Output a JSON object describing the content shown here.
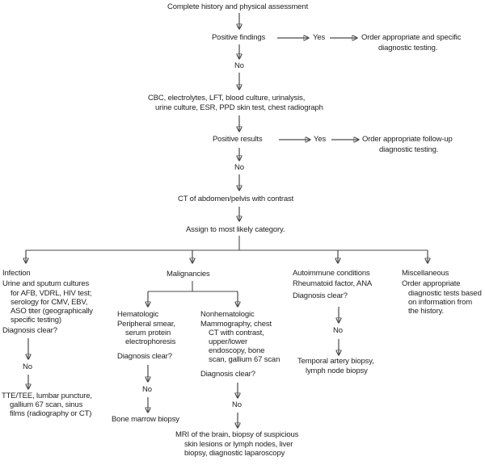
{
  "flow": {
    "complete_history": "Complete history and physical assessment",
    "decision1": {
      "label": "Positive findings",
      "yes": "Yes",
      "action": [
        "Order appropriate and specific",
        "diagnostic testing."
      ],
      "no": "No"
    },
    "initial_tests": [
      "CBC, electrolytes, LFT, blood culture, urinalysis,",
      "urine culture, ESR, PPD skin test, chest radiograph"
    ],
    "decision2": {
      "label": "Positive results",
      "yes": "Yes",
      "action": [
        "Order appropriate follow-up",
        "diagnostic testing."
      ],
      "no": "No"
    },
    "ct_scan": "CT of abdomen/pelvis with contrast",
    "assign": "Assign to most likely category."
  },
  "branches": {
    "infection": {
      "title": "Infection",
      "tests": [
        "Urine and sputum cultures",
        "for AFB, VDRL, HIV test;",
        "serology for CMV, EBV,",
        "ASO titer (geographically",
        "specific testing)"
      ],
      "question": "Diagnosis clear?",
      "no": "No",
      "followup": [
        "TTE/TEE, lumbar puncture,",
        "gallium 67 scan, sinus",
        "films (radiography or CT)"
      ]
    },
    "malignancies": {
      "title": "Malignancies",
      "hematologic": {
        "title": "Hematologic",
        "tests": [
          "Peripheral smear,",
          "serum protein",
          "electrophoresis"
        ],
        "question": "Diagnosis clear?",
        "no": "No",
        "followup": [
          "Bone marrow biopsy"
        ]
      },
      "nonhematologic": {
        "title": "Nonhematologic",
        "tests": [
          "Mammography, chest",
          "CT with contrast,",
          "upper/lower",
          "endoscopy, bone",
          "scan, gallium 67 scan"
        ],
        "question": "Diagnosis clear?",
        "no": "No",
        "followup": [
          "MRI of the brain, biopsy of suspicious",
          "skin lesions or lymph nodes, liver",
          "biopsy, diagnostic laparoscopy"
        ]
      }
    },
    "autoimmune": {
      "title": "Autoimmune conditions",
      "tests": [
        "Rheumatoid factor, ANA"
      ],
      "question": "Diagnosis clear?",
      "no": "No",
      "followup": [
        "Temporal artery biopsy,",
        "lymph node biopsy"
      ]
    },
    "miscellaneous": {
      "title": "Miscellaneous",
      "action": [
        "Order appropriate",
        "diagnostic tests based",
        "on information from",
        "the history."
      ]
    }
  },
  "colors": {
    "bg": "#ffffff",
    "text": "#1f1f1f",
    "line": "#4a4a4a"
  }
}
